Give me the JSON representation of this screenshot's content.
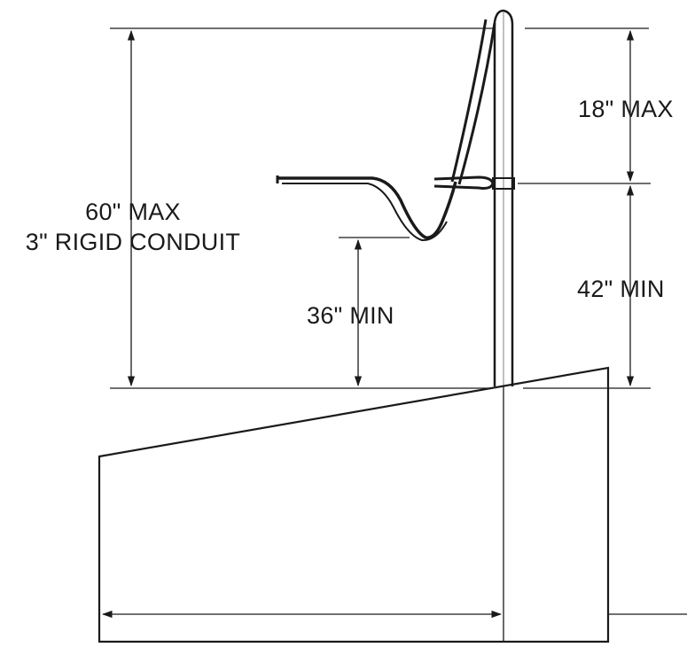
{
  "labels": {
    "overall_height": "60\" MAX",
    "conduit": "3\" RIGID CONDUIT",
    "upper_height": "18\" MAX",
    "lower_height": "42\" MIN",
    "seat_clearance": "36\" MIN"
  },
  "colors": {
    "line": "#1a1a1a",
    "background": "#ffffff"
  }
}
